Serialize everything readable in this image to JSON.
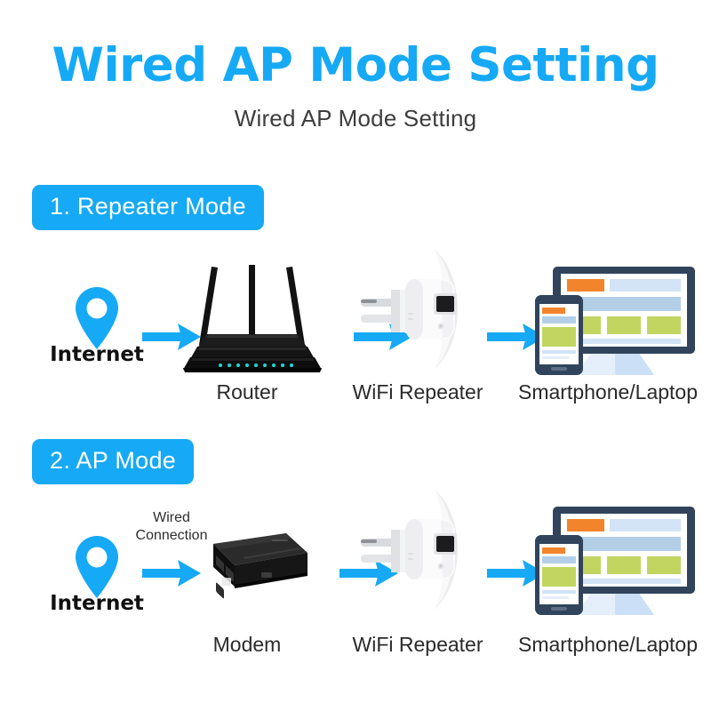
{
  "page": {
    "background": "#ffffff",
    "accent_color": "#16a9f5"
  },
  "header": {
    "title": "Wired AP Mode Setting",
    "subtitle": "Wired AP Mode Setting"
  },
  "sections": [
    {
      "badge": "1. Repeater Mode",
      "source_label": "Internet",
      "source_icon": "map-pin-icon",
      "link_caption": "",
      "nodes": [
        {
          "icon": "router-icon",
          "label": "Router"
        },
        {
          "icon": "wifi-repeater-icon",
          "label": "WiFi Repeater"
        },
        {
          "icon": "smartphone-laptop-icon",
          "label": "Smartphone/Laptop"
        }
      ]
    },
    {
      "badge": "2. AP Mode",
      "source_label": "Internet",
      "source_icon": "map-pin-icon",
      "link_caption_line1": "Wired",
      "link_caption_line2": "Connection",
      "nodes": [
        {
          "icon": "modem-icon",
          "label": "Modem"
        },
        {
          "icon": "wifi-repeater-icon",
          "label": "WiFi Repeater"
        },
        {
          "icon": "smartphone-laptop-icon",
          "label": "Smartphone/Laptop"
        }
      ]
    }
  ]
}
